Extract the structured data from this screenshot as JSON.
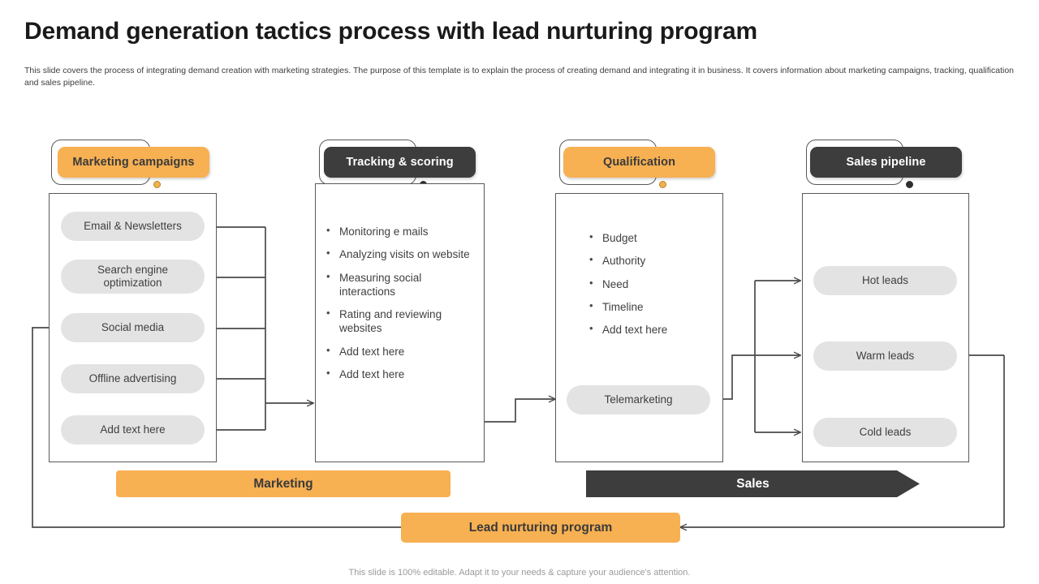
{
  "slide": {
    "title": "Demand generation tactics process with lead nurturing program",
    "subtitle": "This slide covers the process of integrating demand creation with marketing strategies. The purpose of this template is to explain the process of creating demand and integrating it in business. It covers information about marketing campaigns, tracking, qualification and sales pipeline.",
    "footer": "This slide is 100% editable. Adapt it to your needs & capture your audience's attention."
  },
  "colors": {
    "accent_orange": "#f7b052",
    "dark": "#3d3d3d",
    "pill_gray": "#e3e3e3",
    "line": "#595959",
    "text": "#3f3f3f"
  },
  "columns": [
    {
      "key": "marketing-campaigns",
      "badge": "Marketing campaigns",
      "badge_style": "orange",
      "item_type": "pill",
      "items": [
        "Email & Newsletters",
        "Search engine optimization",
        "Social media",
        "Offline advertising",
        "Add text here"
      ]
    },
    {
      "key": "tracking-scoring",
      "badge": "Tracking & scoring",
      "badge_style": "dark",
      "item_type": "bullet",
      "items": [
        "Monitoring e mails",
        "Analyzing visits on website",
        "Measuring social interactions",
        "Rating and reviewing websites",
        "Add text here",
        "Add text here"
      ]
    },
    {
      "key": "qualification",
      "badge": "Qualification",
      "badge_style": "orange",
      "item_type": "bullet",
      "items": [
        "Budget",
        "Authority",
        "Need",
        "Timeline",
        "Add text here"
      ],
      "pill_items": [
        "Telemarketing"
      ]
    },
    {
      "key": "sales-pipeline",
      "badge": "Sales pipeline",
      "badge_style": "dark",
      "item_type": "pill",
      "items": [
        "Hot leads",
        "Warm leads",
        "Cold leads"
      ]
    }
  ],
  "banners": {
    "marketing": "Marketing",
    "sales": "Sales",
    "nurture": "Lead nurturing program"
  }
}
